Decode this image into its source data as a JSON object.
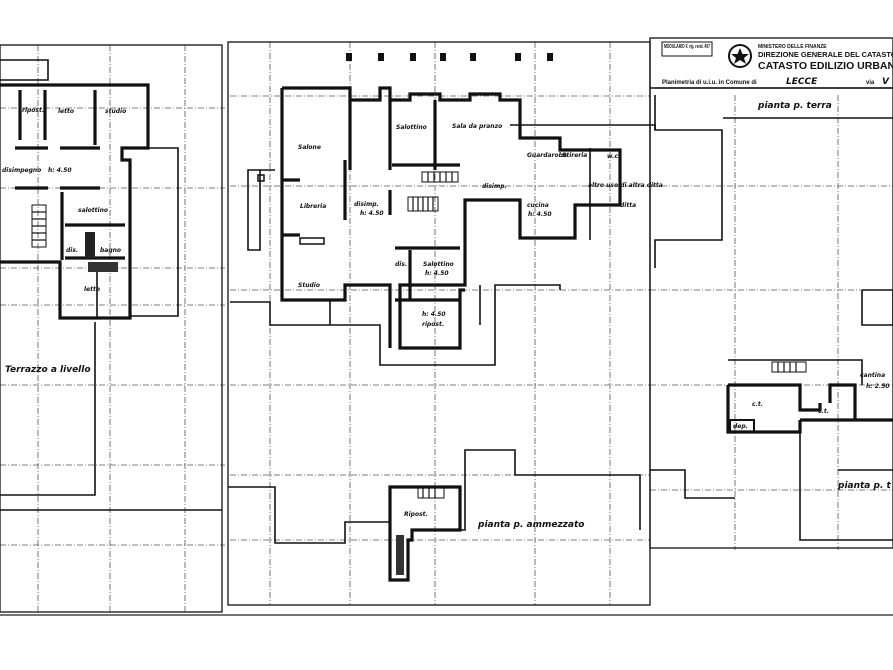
{
  "header": {
    "stamp": "MODULARIO F. rig. rend. 497",
    "ministry": "MINISTERO DELLE FINANZE",
    "direction": "DIREZIONE GENERALE DEL CATASTO E",
    "title": "CATASTO EDILIZIO URBAN",
    "planimetria_label": "Planimetria di u.i.u. in Comune di",
    "comune": "LECCE",
    "via_label": "via",
    "via_value": "V"
  },
  "left_plan": {
    "rooms": [
      "ripost.",
      "letto",
      "studio",
      "disimpegno",
      "h: 4.50",
      "salottino",
      "dis.",
      "bagno",
      "letto"
    ],
    "terrace": "Terrazzo a livello"
  },
  "main_plan": {
    "rooms": [
      "Salone",
      "Libreria",
      "disimp.",
      "h: 4.50",
      "Salottino",
      "Sala da pranzo",
      "Studio",
      "dis.",
      "Salottino",
      "h: 4.50",
      "h: 4.50",
      "ripost.",
      "Guardaroba",
      "Stireria",
      "w.c.",
      "disimp.",
      "cucina",
      "h: 4.50",
      "altro uso di altra ditta",
      "ditta"
    ],
    "ammezzato_room": "Ripost.",
    "ammezzato_label": "pianta p. ammezzato"
  },
  "right_plan": {
    "terra_label": "pianta p. terra",
    "cantina": "cantina",
    "cantina_height": "h: 2.50",
    "rooms": [
      "c.t.",
      "c.t.",
      "dep."
    ],
    "bottom_label": "pianta p. t"
  }
}
